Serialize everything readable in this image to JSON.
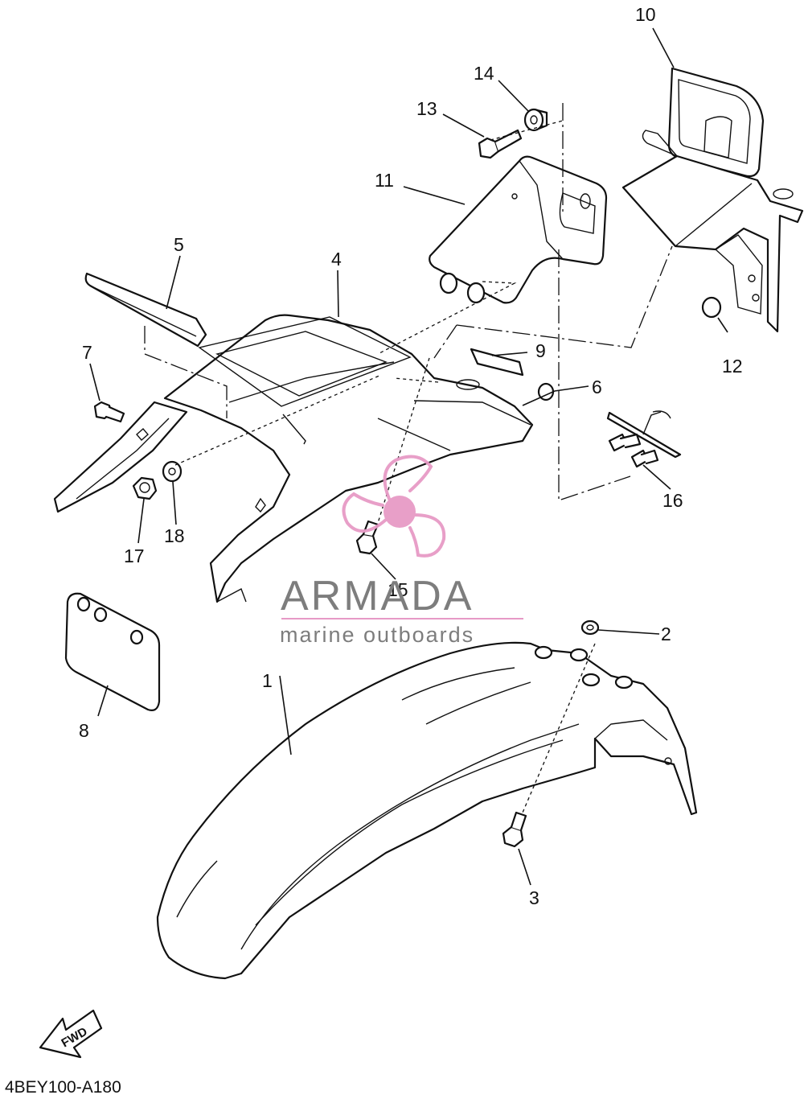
{
  "diagram": {
    "code": "4BEY100-A180",
    "fwd_label": "FWD",
    "callouts": [
      "1",
      "2",
      "3",
      "4",
      "5",
      "6",
      "7",
      "8",
      "9",
      "10",
      "11",
      "12",
      "13",
      "14",
      "15",
      "16",
      "17",
      "18"
    ]
  },
  "watermark": {
    "brand": "ARMADA",
    "tagline": "marine outboards",
    "logo_color": "#e79ac6",
    "text_color": "#7d7d7d"
  }
}
